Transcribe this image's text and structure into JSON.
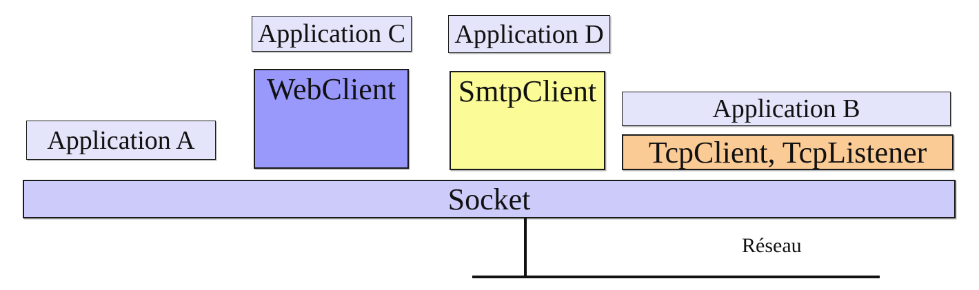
{
  "boxes": {
    "app_a": {
      "label": "Application A"
    },
    "app_b": {
      "label": "Application B"
    },
    "app_c": {
      "label": "Application C"
    },
    "app_d": {
      "label": "Application D"
    },
    "webclient": {
      "label": "WebClient"
    },
    "smtpclient": {
      "label": "SmtpClient"
    },
    "tcp": {
      "label": "TcpClient, TcpListener"
    },
    "socket": {
      "label": "Socket"
    }
  },
  "network": {
    "label": "Réseau"
  },
  "colors": {
    "application": "#e4e4fa",
    "webclient": "#9998fb",
    "smtpclient": "#fbfb98",
    "tcp": "#fbcb95",
    "socket": "#cccbfa"
  }
}
